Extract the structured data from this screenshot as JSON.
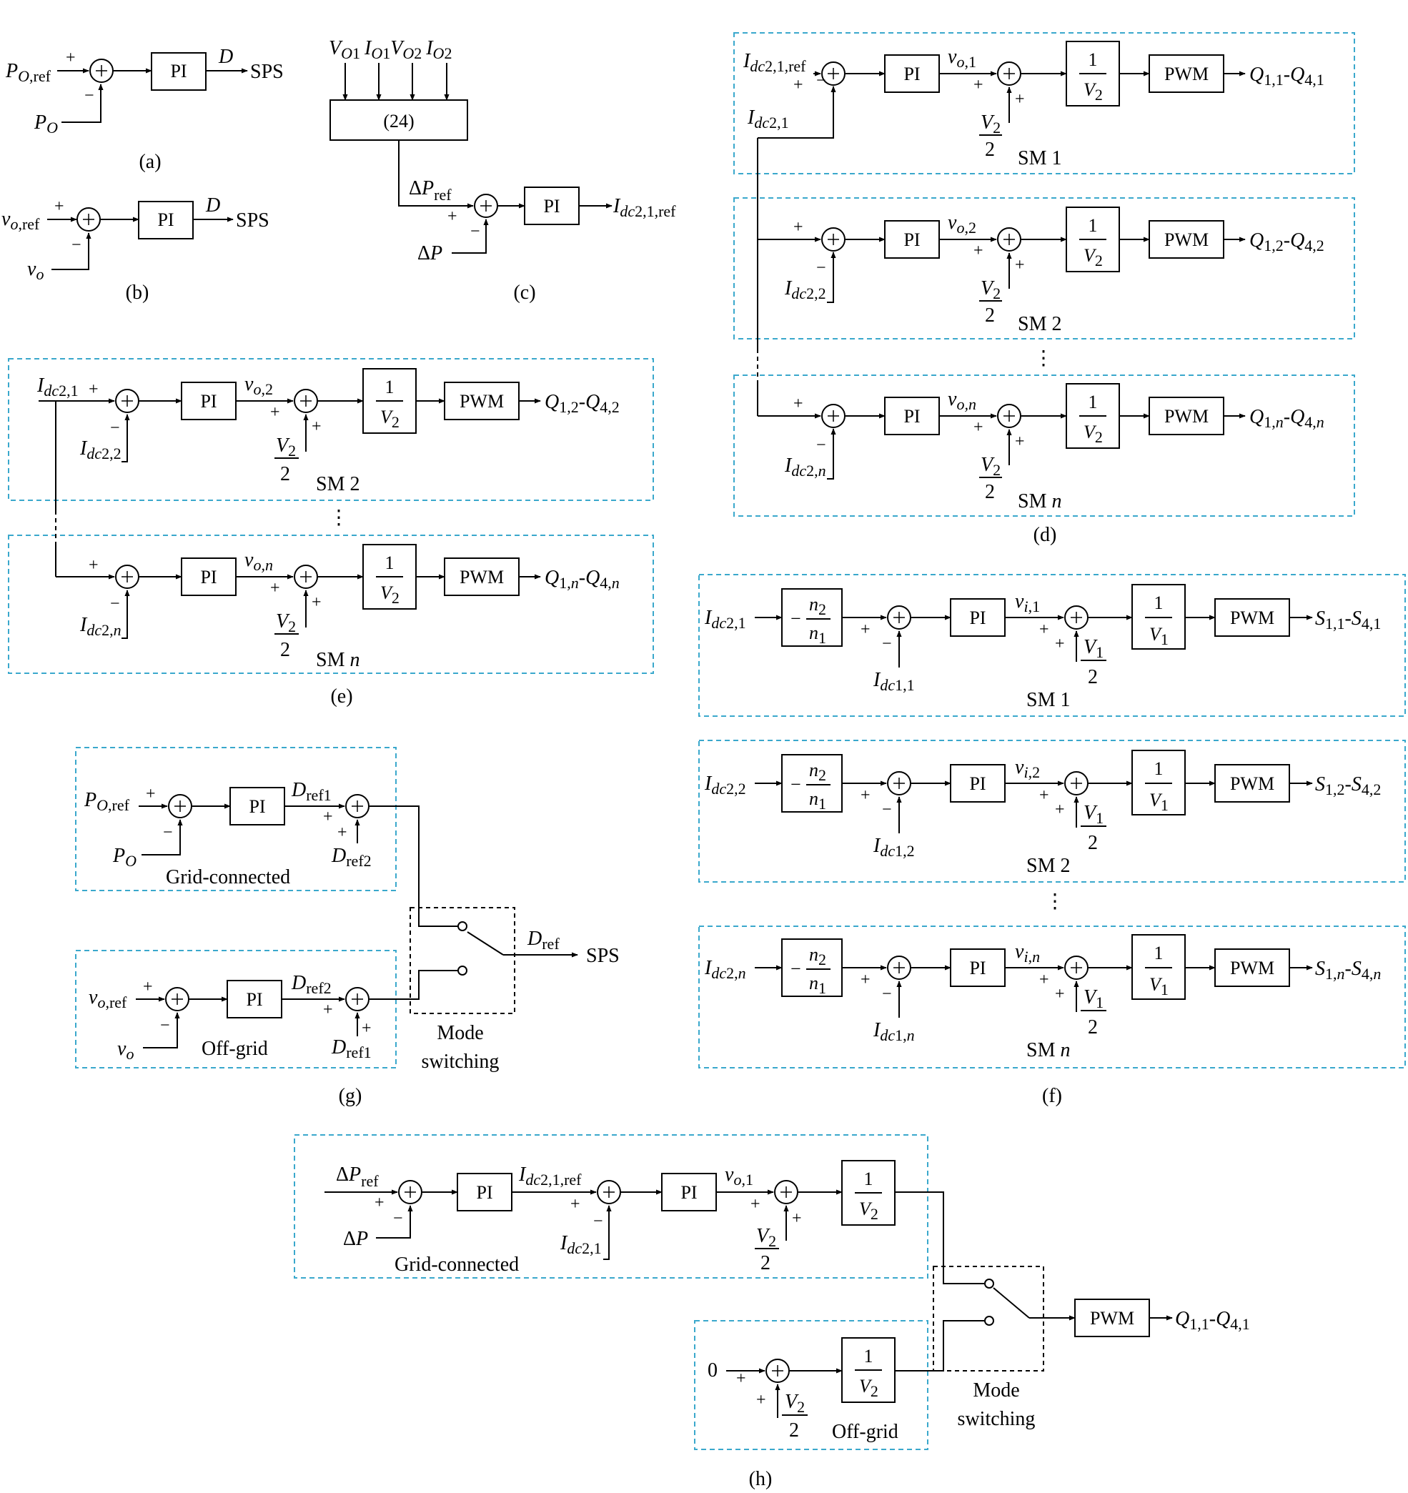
{
  "blocks": {
    "pi": "PI",
    "pwm": "PWM",
    "eq": "(24)",
    "one": "1",
    "two": "2",
    "zero": "0",
    "minus": "−",
    "plus": "+",
    "dots": "⋮"
  },
  "outputs": {
    "sps": "SPS"
  },
  "labels": {
    "sm1": "SM 1",
    "sm2": "SM 2",
    "sm_prefix": "SM",
    "n": "n",
    "grid_connected": "Grid-connected",
    "off_grid": "Off-grid",
    "mode": "Mode",
    "switching": "switching"
  },
  "captions": {
    "a": "(a)",
    "b": "(b)",
    "c": "(c)",
    "d": "(d)",
    "e": "(e)",
    "f": "(f)",
    "g": "(g)",
    "h": "(h)"
  },
  "colors": {
    "group_border": "#3aa8cc",
    "line": "#000000"
  }
}
